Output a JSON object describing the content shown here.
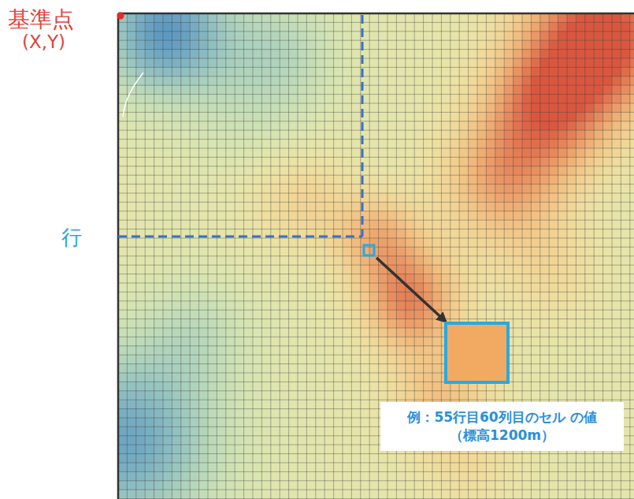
{
  "diagram": {
    "nodes": [
      {
        "text": [
          "例：55行目60列目のセル の値（標高1200m）"
        ]
      }
    ],
    "labels": [
      "基準点",
      "(X,Y)",
      "行"
    ]
  }
}
